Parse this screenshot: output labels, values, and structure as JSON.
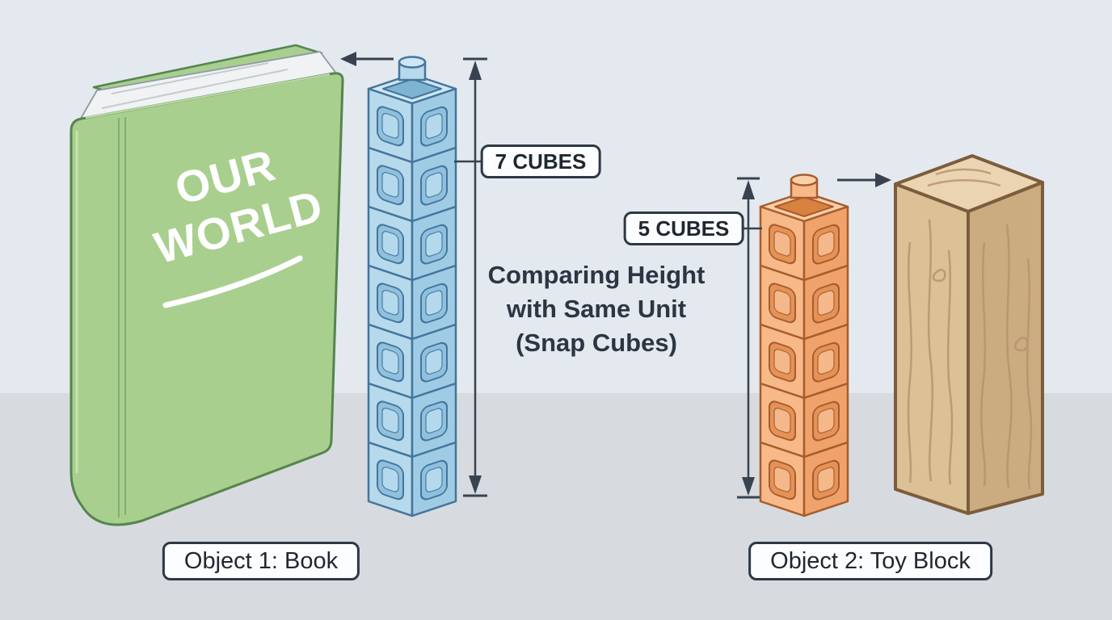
{
  "scene": {
    "title_line1": "Comparing Height",
    "title_line2": "with Same Unit",
    "title_line3": "(Snap Cubes)"
  },
  "book": {
    "cover_word1": "OUR",
    "cover_word2": "WORLD",
    "object_label": "Object 1: Book"
  },
  "toy_block": {
    "object_label": "Object 2: Toy Block"
  },
  "cube_stacks": {
    "blue": {
      "count": 7,
      "label": "7 CUBES",
      "colors": {
        "face_left": "#b7d9ec",
        "face_right": "#9fcce4",
        "outline": "#44759c",
        "indent": "#8fc0dd",
        "indent_inner": "#b9dcee",
        "rim_top": "#cfe6f4",
        "rim_hole": "#7fb3d2"
      }
    },
    "orange": {
      "count": 5,
      "label": "5 CUBES",
      "colors": {
        "face_left": "#f7b988",
        "face_right": "#efa26a",
        "outline": "#a85c2e",
        "indent": "#e59257",
        "indent_inner": "#f6bd90",
        "rim_top": "#fbd0a8",
        "rim_hole": "#d9813f"
      }
    }
  },
  "colors": {
    "background_top": "#e4e8ef",
    "floor": "#d7dbdf",
    "book_green": "#a9cf8f",
    "book_outline": "#55854d",
    "pages": "#f0f2f3",
    "wood_top": "#ead4b1",
    "wood_left": "#dcc096",
    "wood_right": "#cbab80",
    "wood_outline": "#7b5c3c",
    "wood_grain": "#b6926a",
    "annotation": "#39434f"
  }
}
